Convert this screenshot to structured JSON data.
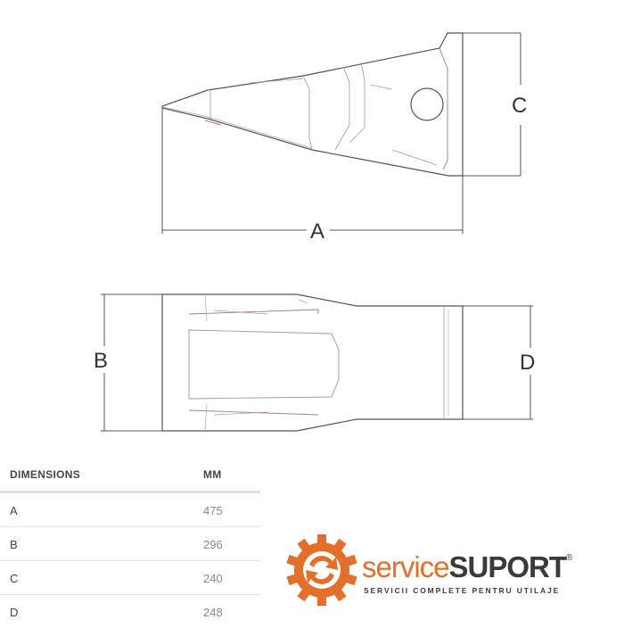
{
  "drawing": {
    "labels": {
      "a": "A",
      "b": "B",
      "c": "C",
      "d": "D"
    }
  },
  "table": {
    "header": {
      "name": "DIMENSIONS",
      "unit": "MM"
    },
    "rows": [
      {
        "name": "A",
        "value": "475"
      },
      {
        "name": "B",
        "value": "296"
      },
      {
        "name": "C",
        "value": "240"
      },
      {
        "name": "D",
        "value": "248"
      }
    ]
  },
  "brand": {
    "name_part1": "service",
    "name_part2": "SUPORT",
    "registered": "®",
    "tagline": "SERVICII COMPLETE PENTRU UTILAJE",
    "colors": {
      "orange": "#e36f2a",
      "dark": "#3a3a3a"
    }
  }
}
